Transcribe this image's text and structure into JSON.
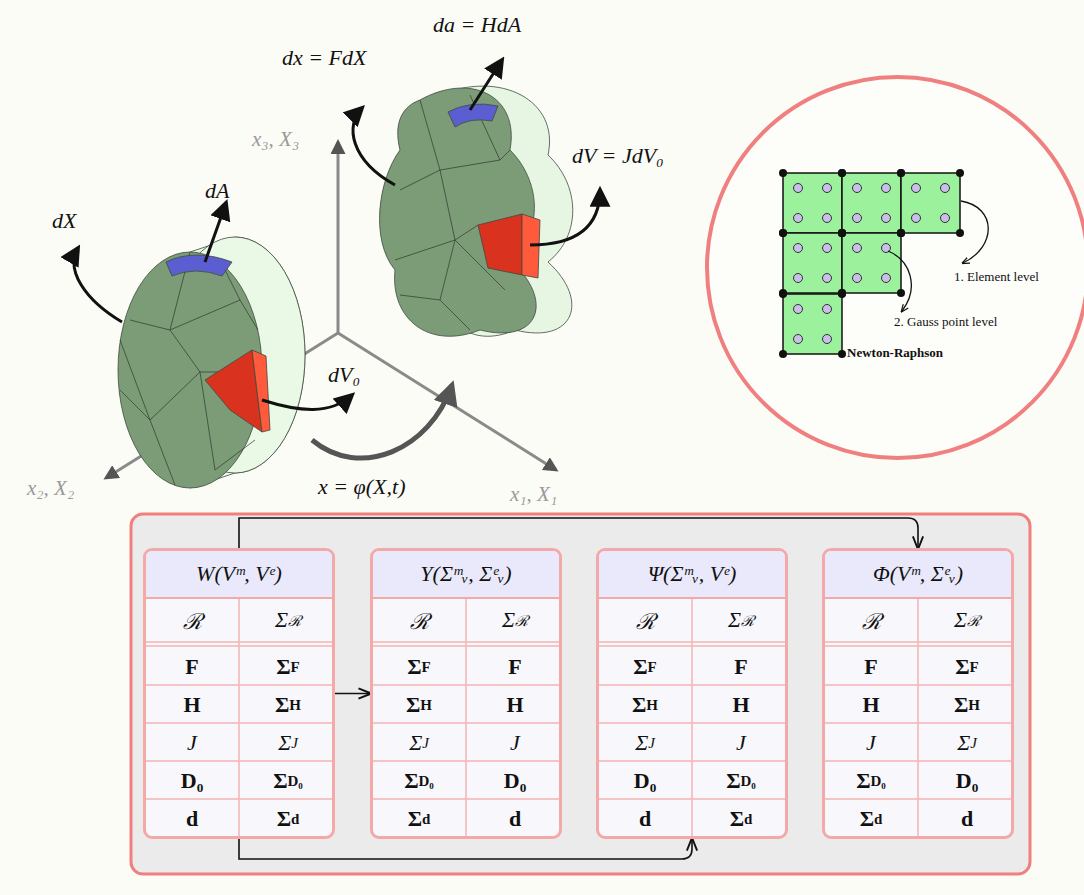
{
  "diagram": {
    "nodes": [
      {
        "text": [
          "1. Element level",
          "2. Gauss point level",
          "Newton-Raphson"
        ]
      },
      {
        "text": [
          "W(Vᵐ, Vᵉ)",
          "ℛ",
          "Σℛ",
          "F",
          "ΣF",
          "H",
          "ΣH",
          "J",
          "ΣJ",
          "D₀",
          "ΣD₀",
          "d",
          "Σd"
        ]
      },
      {
        "text": [
          "Υ(Σᵐᵥ, Σᵉᵥ)",
          "ℛ",
          "Σℛ",
          "ΣF",
          "F",
          "ΣH",
          "H",
          "ΣJ",
          "J",
          "ΣD₀",
          "D₀",
          "Σd",
          "d"
        ]
      },
      {
        "text": [
          "Ψ(Σᵐᵥ, Vᵉ)",
          "ℛ",
          "Σℛ",
          "ΣF",
          "F",
          "ΣH",
          "H",
          "ΣJ",
          "J",
          "D₀",
          "ΣD₀",
          "d",
          "Σd"
        ]
      },
      {
        "text": [
          "Φ(Vᵐ, Σᵉᵥ)",
          "ℛ",
          "Σℛ",
          "F",
          "ΣF",
          "H",
          "ΣH",
          "J",
          "ΣJ",
          "ΣD₀",
          "D₀",
          "Σd",
          "d"
        ]
      }
    ],
    "edges": [
      {
        "from": 1,
        "to": 2,
        "arrow": "to"
      },
      {
        "from": 1,
        "to": 4,
        "arrow": "to"
      },
      {
        "from": 1,
        "to": 3,
        "arrow": "to"
      }
    ],
    "labels": [
      "da = HdA",
      "dx = FdX",
      "x₃, X₃",
      "dV = JdV₀",
      "dX",
      "dA",
      "dV₀",
      "x₂, X₂",
      "x = φ(X,t)",
      "x₁, X₁"
    ]
  }
}
